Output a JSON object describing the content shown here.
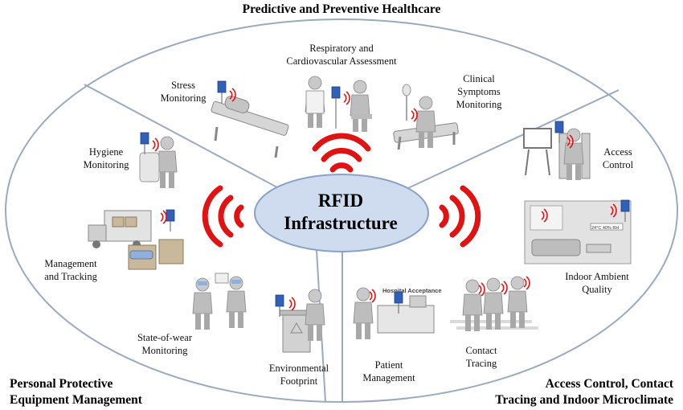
{
  "center": {
    "title": "RFID\nInfrastructure"
  },
  "sections": {
    "top": "Predictive and Preventive Healthcare",
    "bottom_left": "Personal Protective\nEquipment Management",
    "bottom_right": "Access Control, Contact\nTracing and Indoor Microclimate"
  },
  "items": {
    "stress": "Stress\nMonitoring",
    "respiratory": "Respiratory and\nCardiovascular Assessment",
    "clinical": "Clinical\nSymptoms\nMonitoring",
    "hygiene": "Hygiene\nMonitoring",
    "management": "Management\nand Tracking",
    "state_of_wear": "State-of-wear\nMonitoring",
    "environmental": "Environmental\nFootprint",
    "patient": "Patient\nManagement",
    "contact": "Contact\nTracing",
    "access": "Access\nControl",
    "indoor": "Indoor Ambient\nQuality"
  },
  "illustration_text": {
    "hospital_acceptance": "Hospital Acceptance",
    "climate_display": "24°C   40% RH"
  },
  "colors": {
    "signal": "#e01212",
    "hub_fill": "#cfdcef",
    "hub_stroke": "#8aa2c4",
    "outline": "#9aaac0",
    "tag": "#3060b8",
    "figure": "#bdbdbd"
  }
}
